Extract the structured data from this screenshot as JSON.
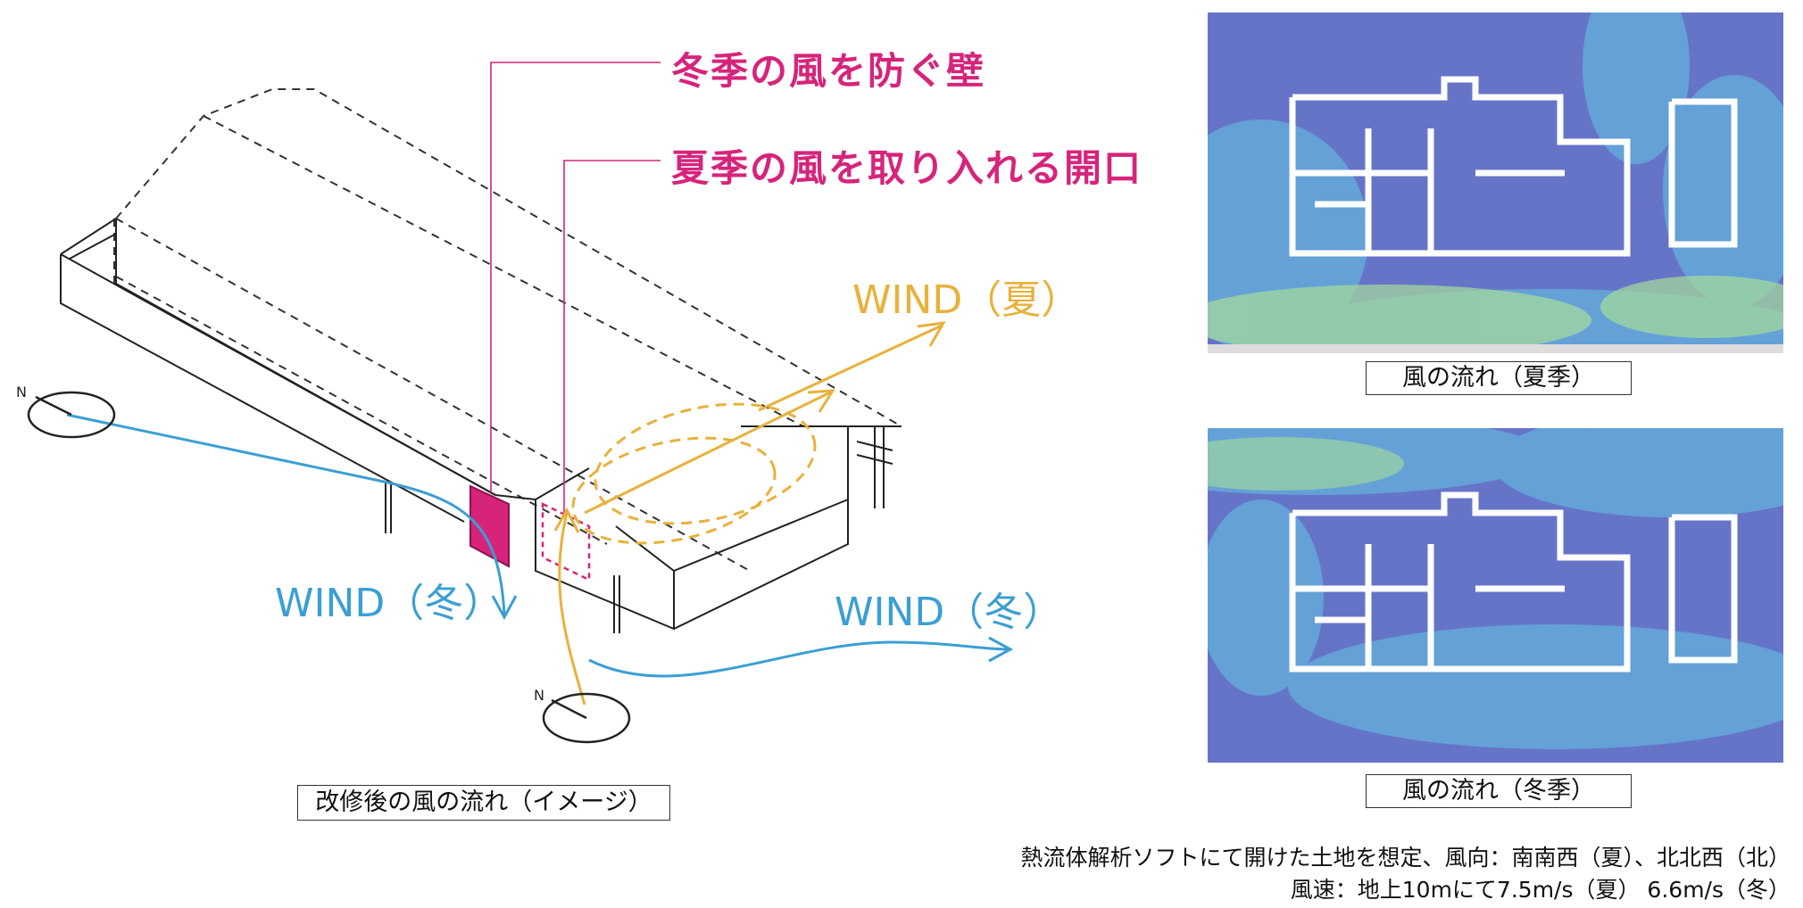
{
  "diagram": {
    "label_wall": "冬季の風を防ぐ壁",
    "label_opening": "夏季の風を取り入れる開口",
    "wind_summer": "WIND（夏）",
    "wind_winter_left": "WIND（冬）",
    "wind_winter_right": "WIND（冬）",
    "caption": "改修後の風の流れ（イメージ）",
    "north_mark": "N"
  },
  "simulations": {
    "summer": {
      "caption": "風の流れ（夏季）"
    },
    "winter": {
      "caption": "風の流れ（冬季）"
    }
  },
  "notes": {
    "line1": "熱流体解析ソフトにて開けた土地を想定、風向：南南西（夏）、北北西（北）",
    "line2": "風速：地上10mにて7.5m/s（夏） 6.6m/s（冬）"
  },
  "colors": {
    "pink": "#d6247b",
    "summer_wind": "#e8b13b",
    "winter_wind": "#3a9fd4",
    "sim_base": "#6674c8",
    "sim_fast": "#62c7e4"
  }
}
